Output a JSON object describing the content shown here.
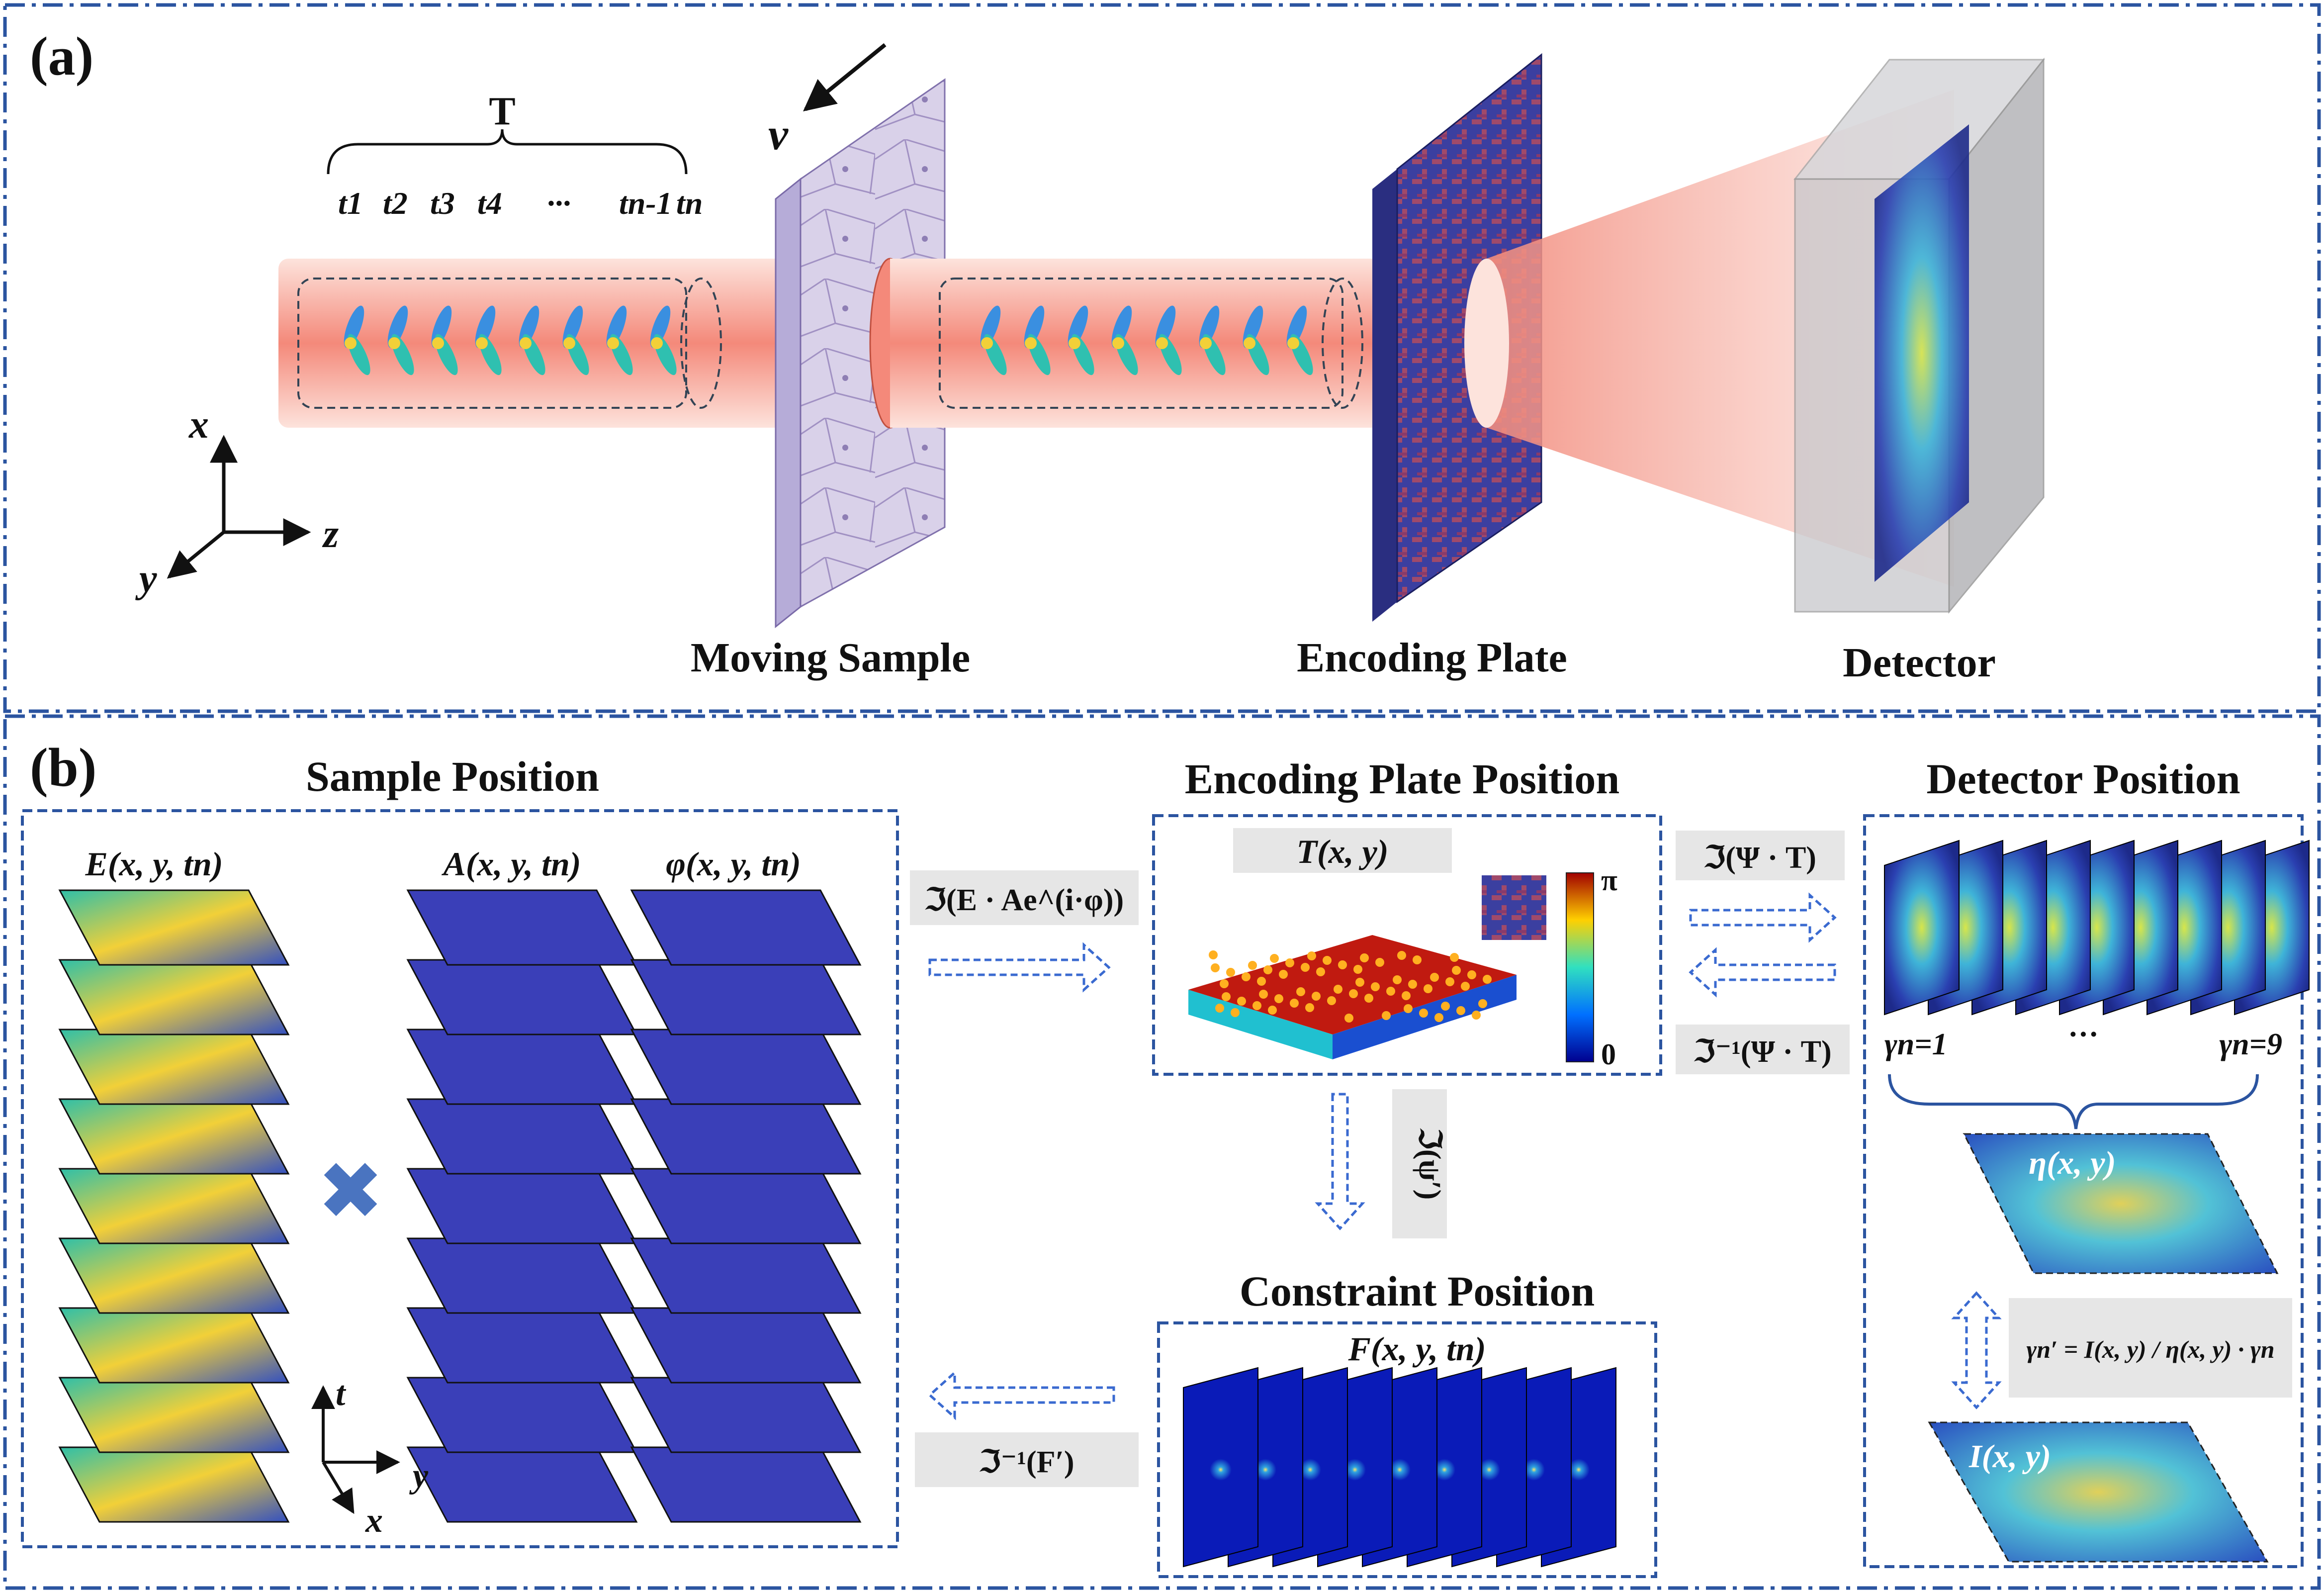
{
  "panels": {
    "a": {
      "label": "(a)",
      "time_span": "T",
      "time_labels": [
        "t1",
        "t2",
        "t3",
        "t4",
        "···",
        "tn-1",
        "tn"
      ],
      "velocity": "v",
      "axes": {
        "x": "x",
        "y": "y",
        "z": "z"
      },
      "components": {
        "sample": "Moving Sample",
        "plate": "Encoding Plate",
        "detector": "Detector"
      }
    },
    "b": {
      "label": "(b)",
      "titles": {
        "sample": "Sample Position",
        "plate": "Encoding Plate Position",
        "detector": "Detector Position",
        "constraint": "Constraint Position"
      },
      "stack_labels": {
        "E": "E(x, y, tn)",
        "A": "A(x, y, tn)",
        "phi": "φ(x, y, tn)",
        "T": "T(x, y)",
        "F": "F(x, y, tn)"
      },
      "colorbar": {
        "max": "π",
        "min": "0"
      },
      "gamma_first": "γn=1",
      "gamma_dots": "···",
      "gamma_last": "γn=9",
      "eta": "η(x, y)",
      "intensity": "I(x, y)",
      "update_rule": "γn′ = I(x, y) / η(x, y) · γn",
      "ops": {
        "forward_sample": "ℑ(E · Ae^(i·φ))",
        "forward_plate": "ℑ(Ψ · T)",
        "inverse_plate": "ℑ⁻¹(Ψ · T)",
        "constraint_down": "ℑ(ψ′)",
        "inverse_constraint": "ℑ⁻¹(F′)"
      },
      "axes": {
        "t": "t",
        "x": "x",
        "y": "y"
      }
    }
  },
  "colors": {
    "frame": "#2b54a0",
    "beam": "#f6a08f",
    "plate": "#3b3fa0",
    "stack_teal": "#2fbfa8",
    "stack_blue": "#3a3fb8"
  }
}
